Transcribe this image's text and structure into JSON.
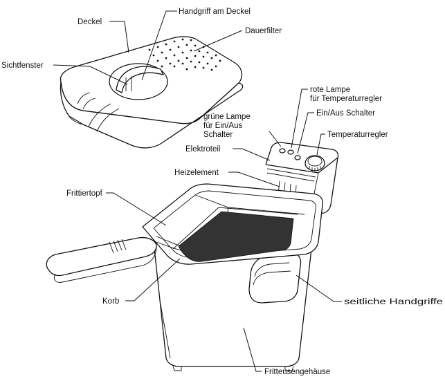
{
  "labels": {
    "deckel": "Deckel",
    "handgriff_deckel": "Handgriff am Deckel",
    "dauerfilter": "Dauerfilter",
    "sichtfenster": "Sichtfenster",
    "rote_lampe_1": "rote Lampe",
    "rote_lampe_2": "für Temperaturregler",
    "gruene_lampe_1": "grüne Lampe",
    "gruene_lampe_2": "für Ein/Aus",
    "gruene_lampe_3": "Schalter",
    "ein_aus": "Ein/Aus Schalter",
    "temperaturregler": "Temperaturregler",
    "elektroteil": "Elektroteil",
    "heizelement": "Heizelement",
    "frittiertopf": "Frittiertopf",
    "korb": "Korb",
    "seitliche_handgriffe": "seitliche Handgriffe",
    "fritteusengehaeuse": "Fritteusengehäuse"
  },
  "colors": {
    "ink": "#111111",
    "mesh": "#333333",
    "background": "#ffffff"
  }
}
